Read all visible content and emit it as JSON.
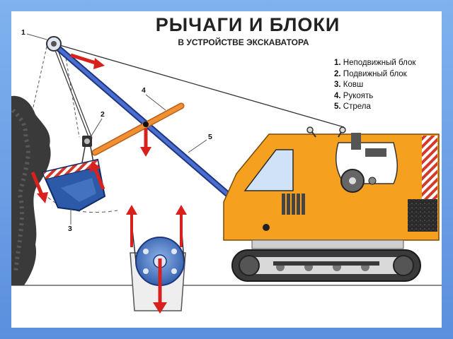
{
  "title": "РЫЧАГИ И БЛОКИ",
  "subtitle": "В УСТРОЙСТВЕ ЭКСКАВАТОРА",
  "legend": [
    {
      "num": "1.",
      "label": "Неподвижный блок"
    },
    {
      "num": "2.",
      "label": "Подвижный блок"
    },
    {
      "num": "3.",
      "label": "Ковш"
    },
    {
      "num": "4.",
      "label": "Рукоять"
    },
    {
      "num": "5.",
      "label": "Стрела"
    }
  ],
  "callouts": [
    "1",
    "2",
    "3",
    "4",
    "5"
  ],
  "colors": {
    "frame": "#6a9fe6",
    "body": "#f6a020",
    "boom": "#3a55b0",
    "handle": "#e98a2e",
    "bucket": "#2c5aa8",
    "arrow": "#d8211c",
    "track": "#3a3a3a",
    "hatch": "#d33a2a"
  }
}
